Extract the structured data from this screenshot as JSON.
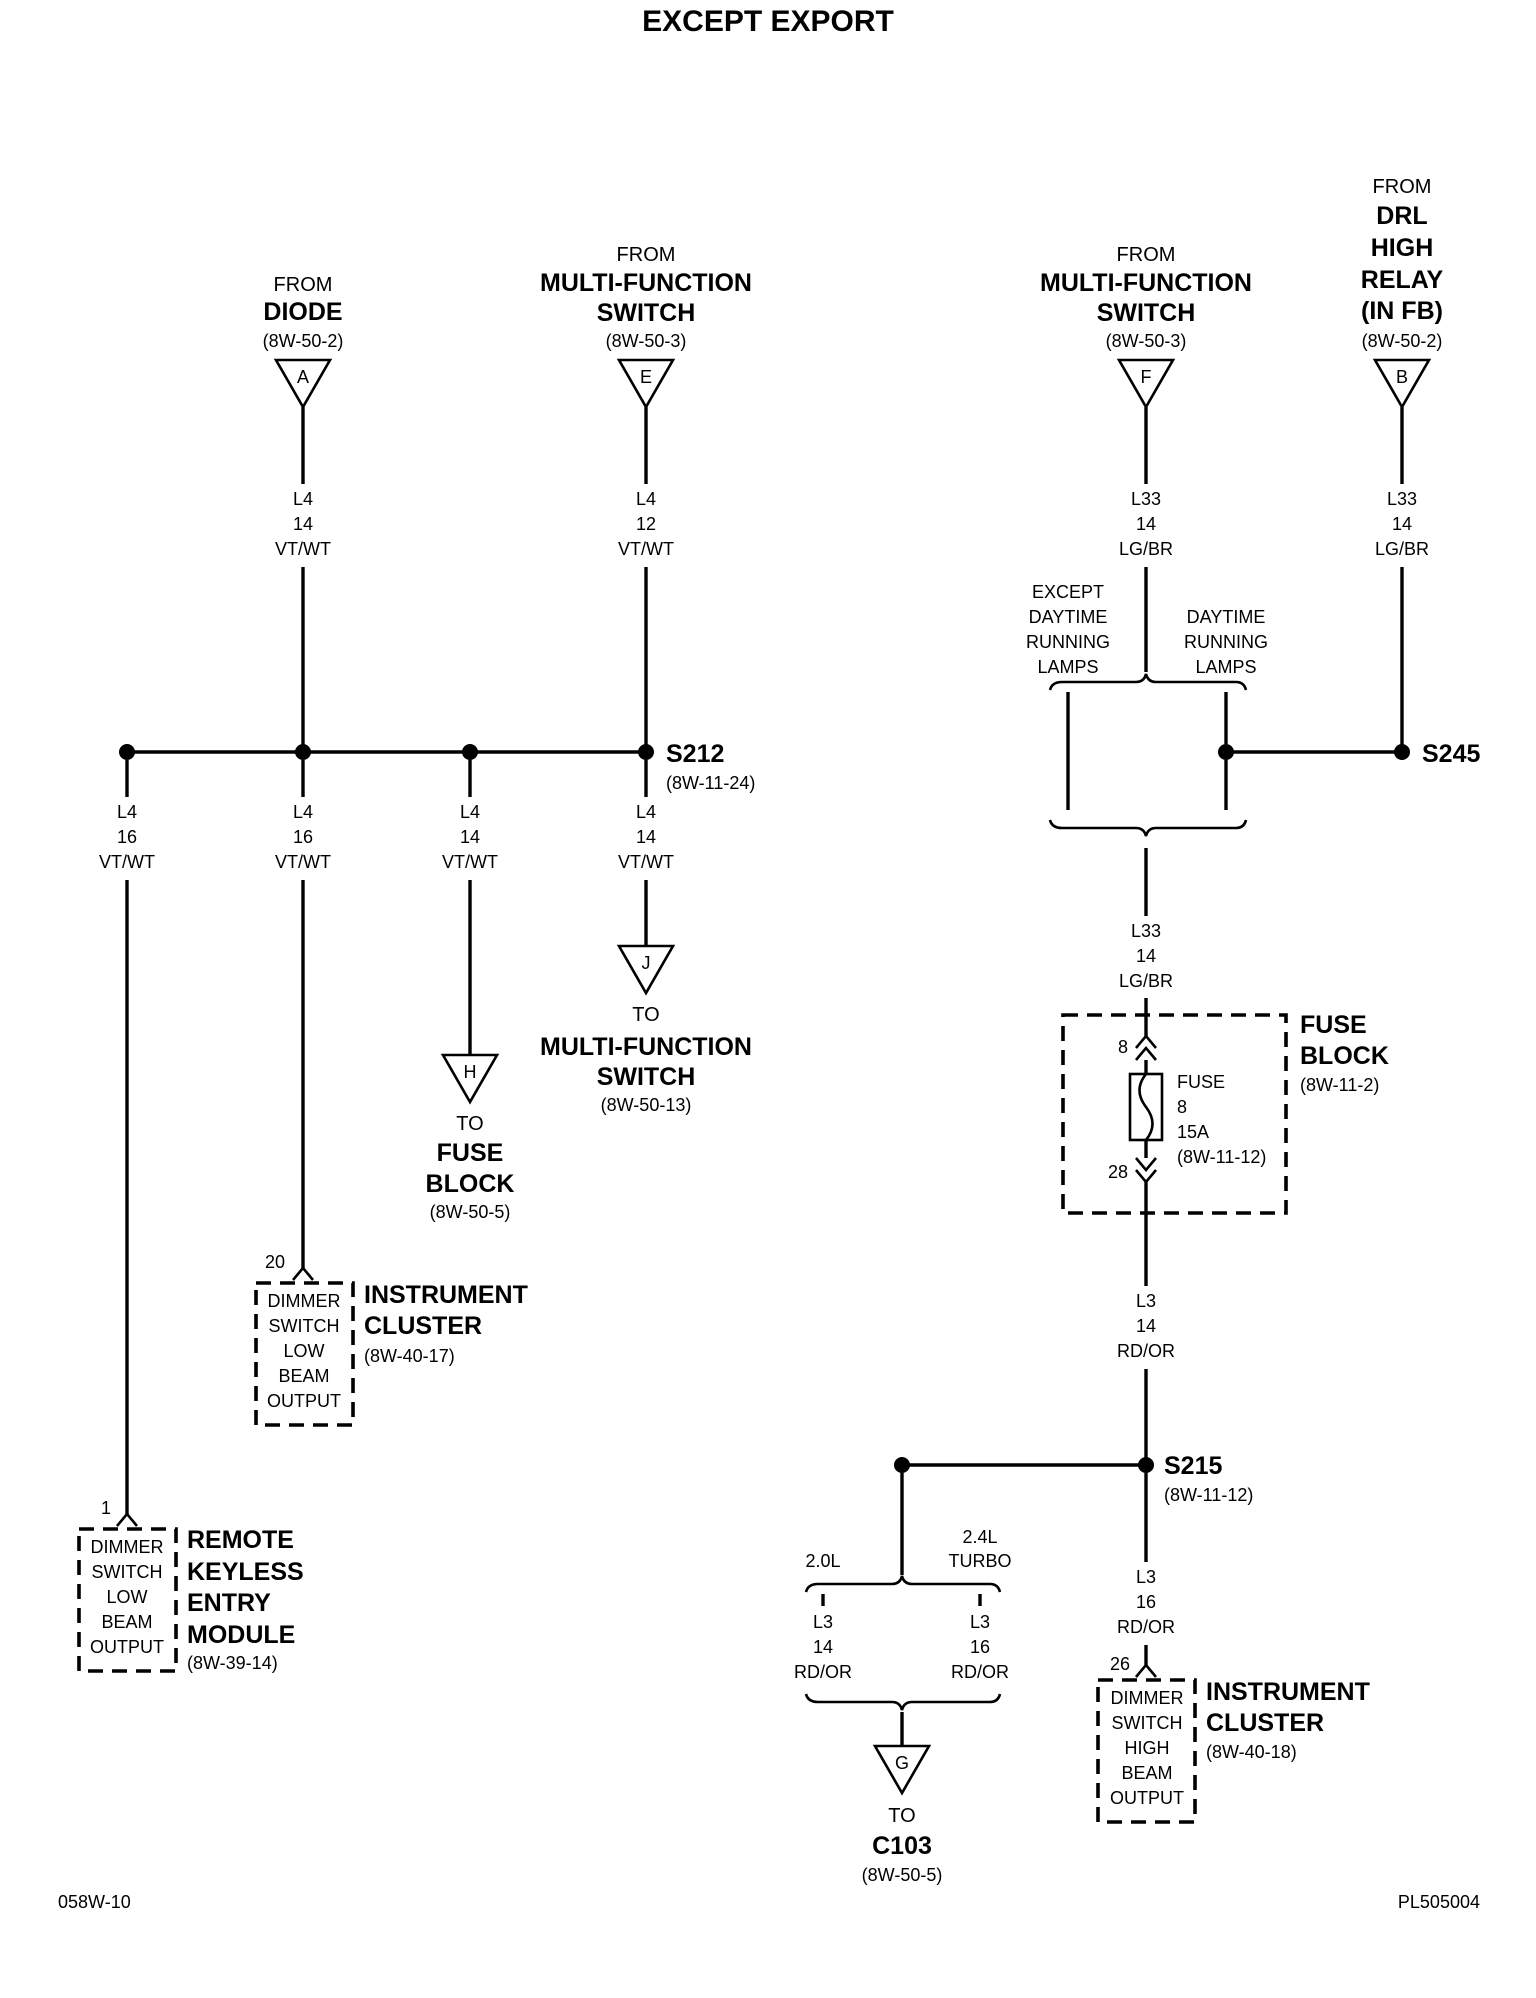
{
  "title": "EXCEPT EXPORT",
  "footer": {
    "left": "058W-10",
    "right": "PL505004"
  },
  "sources": {
    "A": {
      "prefix": "FROM",
      "name_lines": [
        "DIODE"
      ],
      "ref": "(8W-50-2)",
      "letter": "A"
    },
    "E": {
      "prefix": "FROM",
      "name_lines": [
        "MULTI-FUNCTION",
        "SWITCH"
      ],
      "ref": "(8W-50-3)",
      "letter": "E"
    },
    "F": {
      "prefix": "FROM",
      "name_lines": [
        "MULTI-FUNCTION",
        "SWITCH"
      ],
      "ref": "(8W-50-3)",
      "letter": "F"
    },
    "B": {
      "prefix": "FROM",
      "name_lines": [
        "DRL",
        "HIGH",
        "RELAY",
        "(IN FB)"
      ],
      "ref": "(8W-50-2)",
      "letter": "B"
    }
  },
  "wires": {
    "a_in": [
      "L4",
      "14",
      "VT/WT"
    ],
    "e_in": [
      "L4",
      "12",
      "VT/WT"
    ],
    "f_in": [
      "L33",
      "14",
      "LG/BR"
    ],
    "b_in": [
      "L33",
      "14",
      "LG/BR"
    ],
    "br1": [
      "L4",
      "16",
      "VT/WT"
    ],
    "br2": [
      "L4",
      "16",
      "VT/WT"
    ],
    "br3": [
      "L4",
      "14",
      "VT/WT"
    ],
    "br4": [
      "L4",
      "14",
      "VT/WT"
    ],
    "l33_out": [
      "L33",
      "14",
      "LG/BR"
    ],
    "l3_mid": [
      "L3",
      "14",
      "RD/OR"
    ],
    "l3_right": [
      "L3",
      "16",
      "RD/OR"
    ],
    "l3_20": [
      "L3",
      "14",
      "RD/OR"
    ],
    "l3_24": [
      "L3",
      "16",
      "RD/OR"
    ]
  },
  "splices": {
    "s212": {
      "name": "S212",
      "ref": "(8W-11-24)"
    },
    "s245": {
      "name": "S245"
    },
    "s215": {
      "name": "S215",
      "ref": "(8W-11-12)"
    }
  },
  "options": {
    "except_drl": [
      "EXCEPT",
      "DAYTIME",
      "RUNNING",
      "LAMPS"
    ],
    "drl": [
      "DAYTIME",
      "RUNNING",
      "LAMPS"
    ],
    "l20": "2.0L",
    "l24": [
      "2.4L",
      "TURBO"
    ]
  },
  "destinations": {
    "J": {
      "letter": "J",
      "prefix": "TO",
      "name_lines": [
        "MULTI-FUNCTION",
        "SWITCH"
      ],
      "ref": "(8W-50-13)"
    },
    "H": {
      "letter": "H",
      "prefix": "TO",
      "name_lines": [
        "FUSE",
        "BLOCK"
      ],
      "ref": "(8W-50-5)"
    },
    "G": {
      "letter": "G",
      "prefix": "TO",
      "name_lines": [
        "C103"
      ],
      "ref": "(8W-50-5)"
    }
  },
  "components": {
    "ic_low": {
      "pin": "20",
      "inner": [
        "DIMMER",
        "SWITCH",
        "LOW",
        "BEAM",
        "OUTPUT"
      ],
      "name_lines": [
        "INSTRUMENT",
        "CLUSTER"
      ],
      "ref": "(8W-40-17)"
    },
    "rke": {
      "pin": "1",
      "inner": [
        "DIMMER",
        "SWITCH",
        "LOW",
        "BEAM",
        "OUTPUT"
      ],
      "name_lines": [
        "REMOTE",
        "KEYLESS",
        "ENTRY",
        "MODULE"
      ],
      "ref": "(8W-39-14)"
    },
    "fuse_block": {
      "pin_top": "8",
      "pin_bottom": "28",
      "fuse": [
        "FUSE",
        "8",
        "15A",
        "(8W-11-12)"
      ],
      "name_lines": [
        "FUSE",
        "BLOCK"
      ],
      "ref": "(8W-11-2)"
    },
    "ic_high": {
      "pin": "26",
      "inner": [
        "DIMMER",
        "SWITCH",
        "HIGH",
        "BEAM",
        "OUTPUT"
      ],
      "name_lines": [
        "INSTRUMENT",
        "CLUSTER"
      ],
      "ref": "(8W-40-18)"
    }
  }
}
